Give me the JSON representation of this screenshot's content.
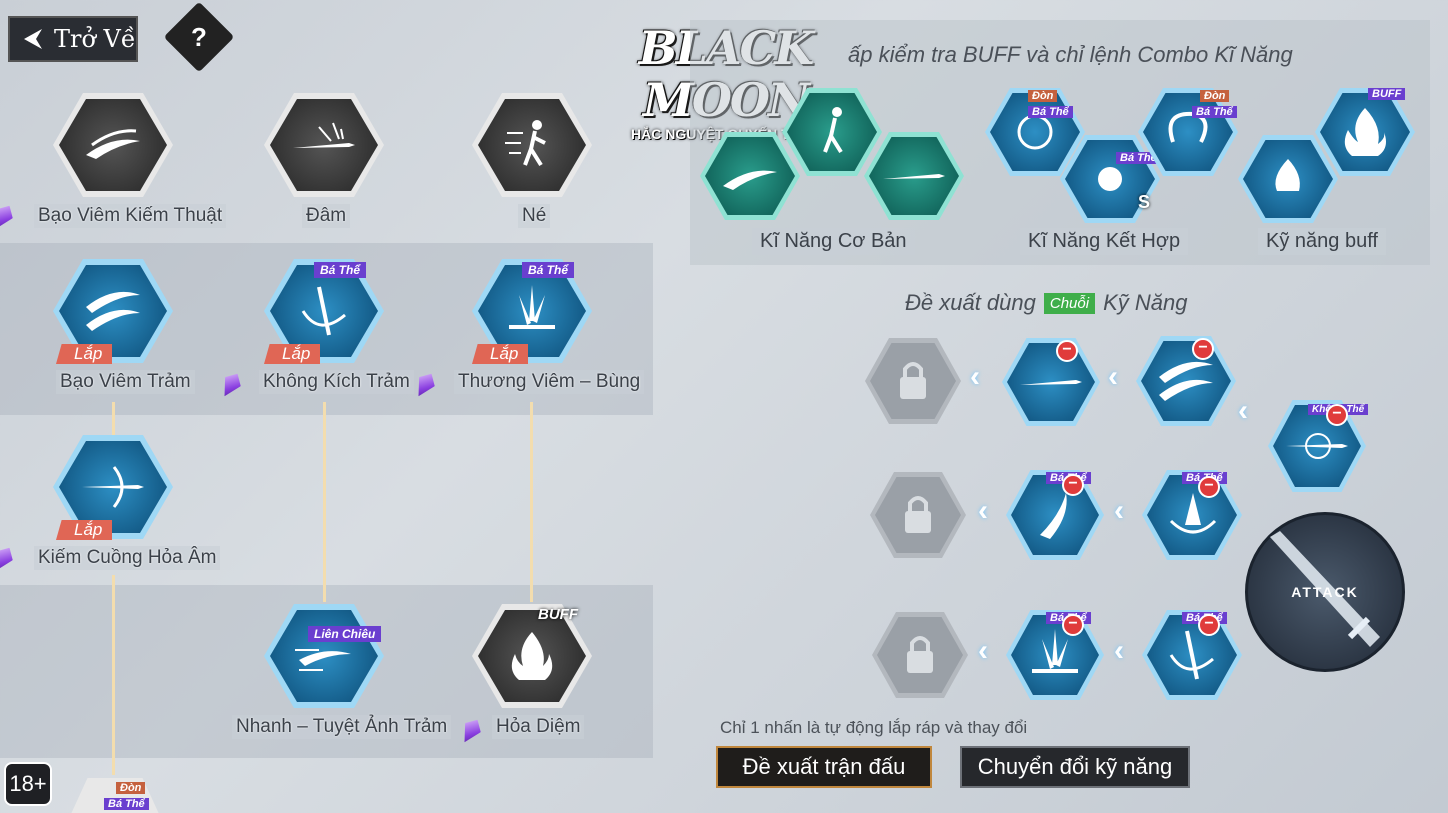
{
  "header": {
    "back_label": "Trở Về",
    "help_label": "?",
    "logo_main": "BLACK MOON",
    "logo_sub": "HẮC NGUYỆT QUYẾN THẦN"
  },
  "skill_tree": {
    "row1": [
      {
        "label": "Bạo Viêm Kiếm Thuật",
        "icon": "slash-swirl-icon"
      },
      {
        "label": "Đâm",
        "icon": "sword-thrust-icon"
      },
      {
        "label": "Né",
        "icon": "dodge-figure-icon"
      }
    ],
    "row2": [
      {
        "label": "Bạo Viêm Trảm",
        "tag": "Lắp",
        "icon": "wave-slash-icon"
      },
      {
        "label": "Không Kích Trảm",
        "tag": "Lắp",
        "badge": "Bá Thể",
        "icon": "sword-spin-icon"
      },
      {
        "label": "Thương Viêm – Bùng",
        "tag": "Lắp",
        "badge": "Bá Thể",
        "icon": "burst-icon"
      }
    ],
    "row3": [
      {
        "label": "Kiếm Cuồng Hỏa Âm",
        "tag": "Lắp",
        "icon": "flaming-sword-icon"
      }
    ],
    "row4": [
      {
        "label": "Nhanh – Tuyệt Ảnh Trảm",
        "badge": "Liên Chiêu",
        "icon": "speed-slash-icon"
      },
      {
        "label": "Hỏa Diệm",
        "badge": "BUFF",
        "icon": "flame-icon"
      }
    ],
    "bottom_partial": {
      "badge_top": "Đòn",
      "badge_bottom": "Bá Thể"
    }
  },
  "right_panel": {
    "title": "ấp kiểm tra BUFF và chỉ lệnh Combo Kĩ Năng",
    "groups": [
      {
        "label": "Kĩ Năng Cơ Bản"
      },
      {
        "label": "Kĩ Năng Kết Hợp"
      },
      {
        "label": "Kỹ năng buff"
      }
    ],
    "combo_tags": {
      "don": "Đòn",
      "ba_the": "Bá Thể",
      "buff": "BUFF",
      "s": "S"
    },
    "suggest_prefix": "Đề xuất dùng",
    "suggest_chip": "Chuỗi",
    "suggest_suffix": "Kỹ Năng",
    "side_badge": "Không Thể",
    "attack_label": "ATTACK",
    "hint": "Chỉ 1 nhấn là tự động lắp ráp và thay đổi",
    "btn_suggest": "Đề xuất trận đấu",
    "btn_switch": "Chuyển đổi kỹ năng"
  },
  "age_rating": "18+",
  "colors": {
    "lap_tag": "#e06655",
    "purple_badge": "#6a3fcf",
    "chuoi": "#3fae4a",
    "accent_border": "#c0873d"
  }
}
